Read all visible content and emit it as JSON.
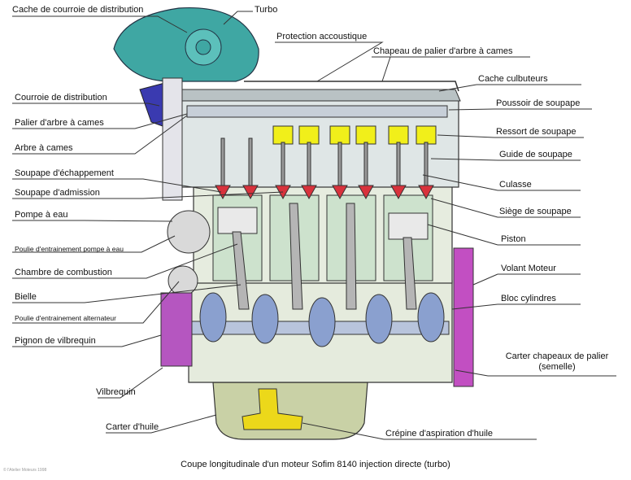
{
  "labels": {
    "cache_courroie": "Cache de courroie de distribution",
    "turbo": "Turbo",
    "protection_acoustique": "Protection accoustique",
    "chapeau_palier": "Chapeau de palier d'arbre à cames",
    "cache_culbuteurs": "Cache culbuteurs",
    "courroie_distribution": "Courroie de distribution",
    "poussoir": "Poussoir de soupape",
    "palier_arbre": "Palier d'arbre à cames",
    "ressort": "Ressort de soupape",
    "arbre_cames": "Arbre à cames",
    "guide": "Guide de soupape",
    "soupape_echappement": "Soupape d'échappement",
    "culasse": "Culasse",
    "soupape_admission": "Soupape d'admission",
    "pompe_eau": "Pompe à eau",
    "siege": "Siège de soupape",
    "poulie_pompe": "Poulie d'entrainement pompe à eau",
    "piston": "Piston",
    "chambre_combustion": "Chambre de combustion",
    "volant": "Volant Moteur",
    "bielle": "Bielle",
    "bloc": "Bloc cylindres",
    "poulie_alternateur": "Poulie d'entrainement alternateur",
    "pignon": "Pignon de vilbrequin",
    "carter_chapeaux_1": "Carter chapeaux de palier",
    "carter_chapeaux_2": "(semelle)",
    "vilbrequin": "Vilbrequin",
    "carter_huile": "Carter d'huile",
    "crepine": "Crépine d'aspiration d'huile"
  },
  "caption": "Coupe longitudinale d'un moteur Sofim 8140 injection directe (turbo)",
  "credit": "© l'Atelier Moteurs 1998",
  "colors": {
    "turbo": "#3fa7a3",
    "pump": "#3a3ab0",
    "engine_fill": "#dde4d4",
    "cylinder": "#cfe3cf",
    "crank": "#8aa0cf",
    "valve_red": "#d8323c",
    "spring_yellow": "#f1ef1a",
    "flywheel": "#c24fc2",
    "oil_pickup": "#ecd81a",
    "line": "#333333"
  }
}
